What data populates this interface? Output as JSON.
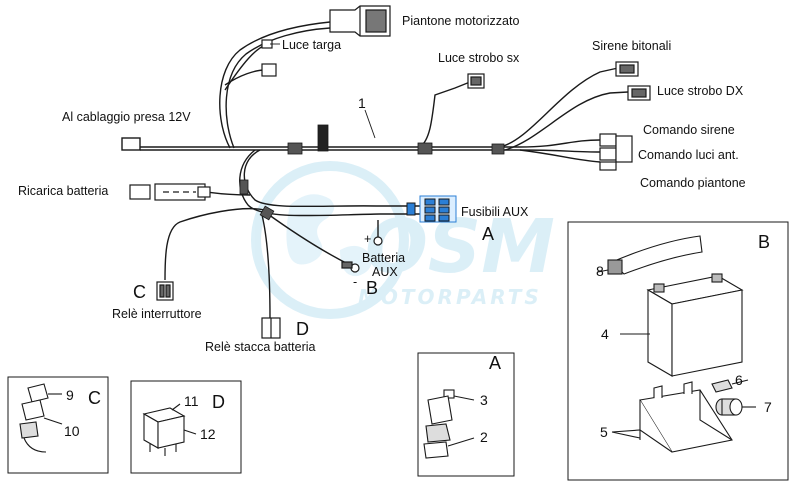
{
  "labels": {
    "piantone_motorizzato": "Piantone motorizzato",
    "luce_targa": "Luce targa",
    "luce_strobo_sx": "Luce strobo sx",
    "sirene_bitonali": "Sirene bitonali",
    "luce_strobo_dx": "Luce strobo DX",
    "al_cablaggio": "Al cablaggio presa 12V",
    "part_1": "1",
    "comando_sirene": "Comando sirene",
    "comando_luci": "Comando luci ant.",
    "comando_piantone": "Comando piantone",
    "ricarica_batteria": "Ricarica batteria",
    "fusibili_aux": "Fusibili AUX",
    "ref_a": "A",
    "plus": "+",
    "batteria": "Batteria",
    "aux": "AUX",
    "ref_b": "B",
    "minus": "-",
    "ref_c": "C",
    "rele_interruttore": "Relè interruttore",
    "ref_d": "D",
    "rele_stacca": "Relè stacca batteria"
  },
  "watermark": {
    "logo_text": "OSM",
    "sub_text": "MOTORPARTS",
    "color": "#bfe3f2"
  },
  "boxes": {
    "box_c": {
      "part_9": "9",
      "part_10": "10",
      "letter": "C"
    },
    "box_d": {
      "part_11": "11",
      "part_12": "12",
      "letter": "D"
    },
    "box_a": {
      "letter": "A",
      "part_3": "3",
      "part_2": "2"
    },
    "box_b": {
      "letter": "B",
      "part_8": "8",
      "part_4": "4",
      "part_6": "6",
      "part_7": "7",
      "part_5": "5"
    }
  },
  "colors": {
    "line": "#1a1a1a",
    "fuse": "#2b7fd6"
  }
}
